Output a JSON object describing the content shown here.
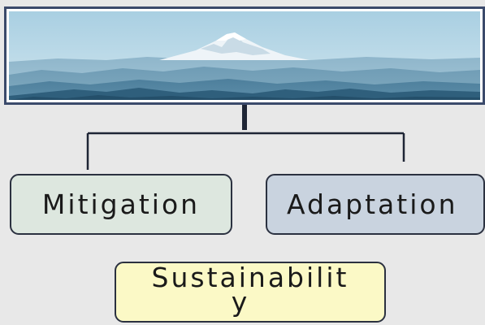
{
  "diagram": {
    "header_image": "mountain-landscape",
    "nodes": {
      "mitigation": "Mitigation",
      "adaptation": "Adaptation",
      "sustainability_line1": "Sustainabilit",
      "sustainability_line2": "y"
    }
  },
  "colors": {
    "frame_border": "#3b4a6b",
    "connector": "#1e2535",
    "mitigation_fill": "#dde7df",
    "adaptation_fill": "#c9d3df",
    "sustainability_fill": "#fbf9c6",
    "background": "#e8e8e8"
  }
}
